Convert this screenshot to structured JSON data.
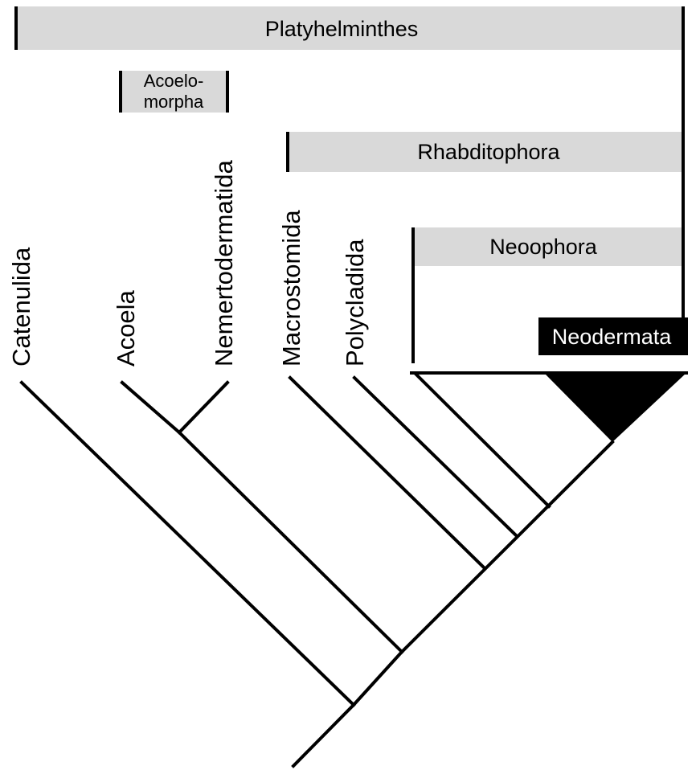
{
  "diagram": {
    "groups": {
      "platyhelminthes": "Platyhelminthes",
      "acoelomorpha_line1": "Acoelo-",
      "acoelomorpha_line2": "morpha",
      "rhabditophora": "Rhabditophora",
      "neoophora": "Neoophora",
      "neodermata": "Neodermata"
    },
    "taxa": {
      "catenulida": "Catenulida",
      "acoela": "Acoela",
      "nemertodermatida": "Nemertodermatida",
      "macrostomida": "Macrostomida",
      "polycladida": "Polycladida"
    },
    "colors": {
      "bar_fill": "#d9d9d9",
      "line": "#000000",
      "neodermata_fill": "#000000",
      "background": "#ffffff"
    }
  }
}
